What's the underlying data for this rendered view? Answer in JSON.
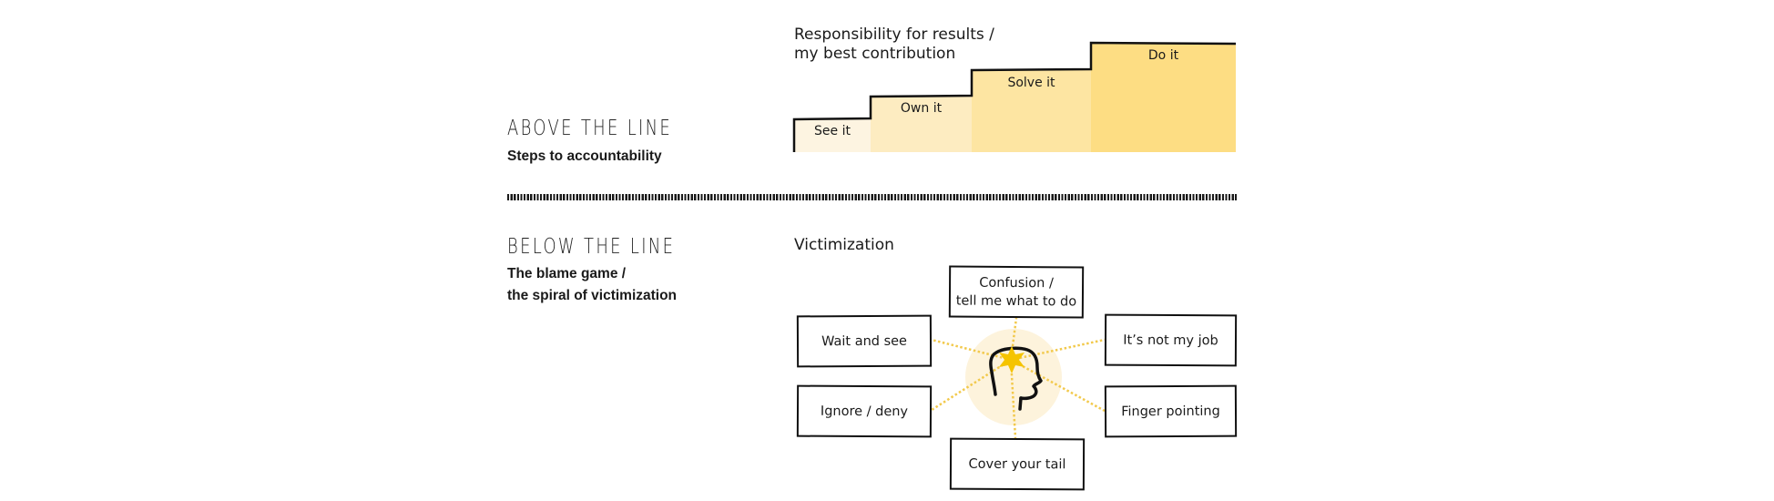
{
  "above": {
    "heading": "ABOVE THE LINE",
    "subtitle": "Steps to accountability",
    "chart_title_line1": "Responsibility for results /",
    "chart_title_line2": "my best contribution",
    "steps": [
      {
        "label": "See it",
        "color": "#fdf4e1"
      },
      {
        "label": "Own it",
        "color": "#fdecc1"
      },
      {
        "label": "Solve it",
        "color": "#fde5a2"
      },
      {
        "label": "Do it",
        "color": "#fddd83"
      }
    ]
  },
  "below": {
    "heading": "BELOW THE LINE",
    "subtitle_line1": "The blame game /",
    "subtitle_line2": "the spiral of victimization",
    "diagram_title": "Victimization",
    "center_icon": "head-with-star-icon",
    "behaviors": {
      "top": {
        "line1": "Confusion /",
        "line2": "tell me what to do"
      },
      "upper_left": "Wait and see",
      "upper_right": "It’s not my job",
      "lower_left": "Ignore / deny",
      "lower_right": "Finger pointing",
      "bottom": "Cover your tail"
    }
  },
  "colors": {
    "accent_yellow": "#f5c400",
    "halo": "#fdf3dc",
    "dotted_line": "#f2c94c",
    "ink": "#111111"
  }
}
